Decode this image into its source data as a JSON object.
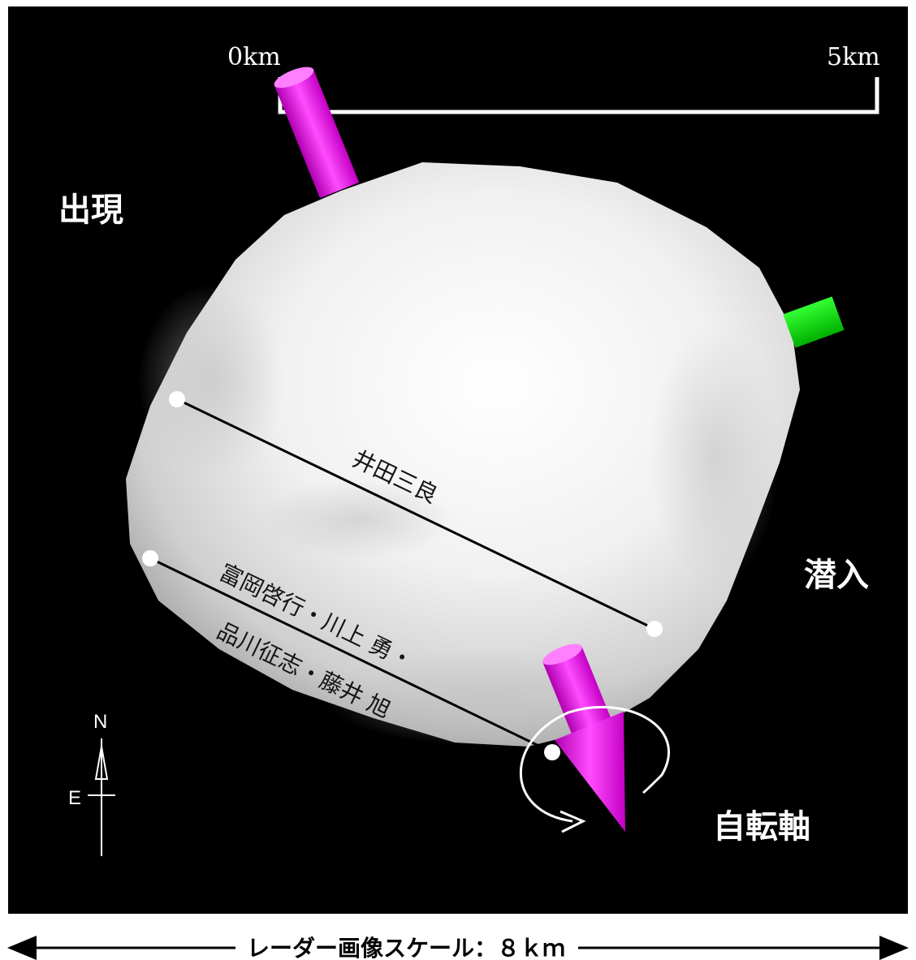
{
  "scale_bar": {
    "start_label": "0km",
    "end_label": "5km"
  },
  "labels": {
    "appearance": "出現",
    "disappearance": "潜入",
    "rotation_axis": "自転軸"
  },
  "chords": [
    {
      "observers": [
        "井田三良"
      ]
    },
    {
      "observers": [
        "富岡啓行・川上 勇・",
        "品川征志・藤井 旭"
      ]
    }
  ],
  "compass": {
    "north": "N",
    "east": "E"
  },
  "footer": {
    "radar_scale": "レーダー画像スケール：８ｋｍ"
  },
  "colors": {
    "background": "#000000",
    "asteroid": "#d9d9d9",
    "axis_arrow": "#e000e0",
    "green_marker": "#00e600",
    "chord_line": "#000000",
    "chord_point": "#ffffff"
  }
}
